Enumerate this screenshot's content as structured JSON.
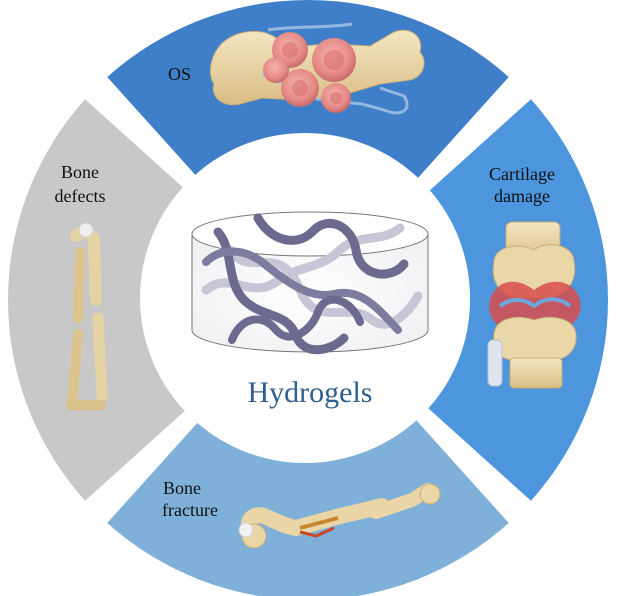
{
  "center": {
    "label": "Hydrogels",
    "label_color": "#2f5f8f"
  },
  "segments": {
    "top": {
      "label": "OS",
      "color": "#3f7fc9"
    },
    "right": {
      "label_line1": "Cartilage",
      "label_line2": "damage",
      "color": "#4d95dc"
    },
    "bottom": {
      "label_line1": "Bone",
      "label_line2": "fracture",
      "color": "#7fb0d9"
    },
    "left": {
      "label_line1": "Bone",
      "label_line2": "defects",
      "color": "#c8c8c8"
    }
  },
  "icons": {
    "top": "tumor-bone-icon",
    "right": "knee-joint-icon",
    "bottom": "fractured-femur-icon",
    "left": "broken-forearm-bones-icon",
    "center": "hydrogel-network-icon"
  }
}
